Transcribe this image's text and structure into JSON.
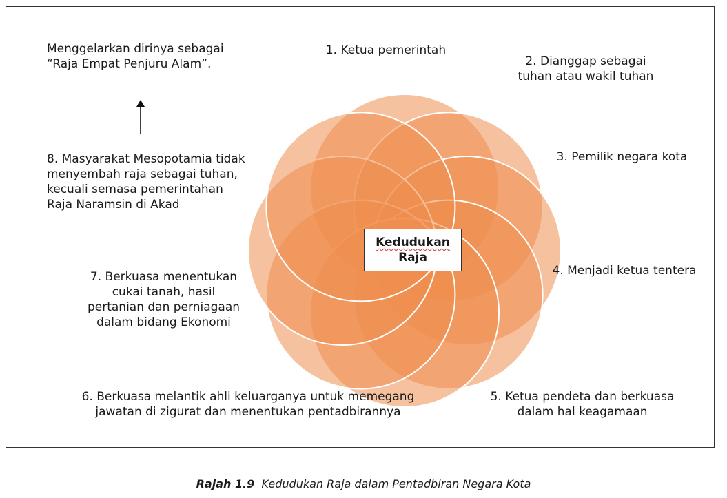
{
  "diagram": {
    "center": {
      "line1": "Kedudukan",
      "line2": "Raja"
    },
    "top_note": {
      "line1": "Menggelarkan dirinya sebagai",
      "line2": "“Raja Empat Penjuru Alam”."
    },
    "items": {
      "i1": {
        "line1": "1. Ketua pemerintah"
      },
      "i2": {
        "line1": "2. Dianggap sebagai",
        "line2": "tuhan atau wakil tuhan"
      },
      "i3": {
        "line1": "3. Pemilik negara kota"
      },
      "i4": {
        "line1": "4. Menjadi ketua tentera"
      },
      "i5": {
        "line1": "5. Ketua pendeta dan berkuasa",
        "line2": "dalam hal keagamaan"
      },
      "i6": {
        "line1": "6. Berkuasa melantik ahli keluarganya untuk memegang",
        "line2": "jawatan di zigurat dan menentukan pentadbirannya"
      },
      "i7": {
        "line1": "7. Berkuasa menentukan",
        "line2": "cukai tanah, hasil",
        "line3": "pertanian dan perniagaan",
        "line4": "dalam bidang Ekonomi"
      },
      "i8": {
        "line1": "8. Masyarakat Mesopotamia tidak",
        "line2": "menyembah raja sebagai tuhan,",
        "line3": "kecuali semasa pemerintahan",
        "line4": "Raja Naramsin di Akad"
      }
    },
    "petal_color": "#ee8e4e"
  },
  "caption": {
    "label": "Rajah 1.9",
    "text": "Kedudukan Raja dalam Pentadbiran Negara Kota"
  }
}
